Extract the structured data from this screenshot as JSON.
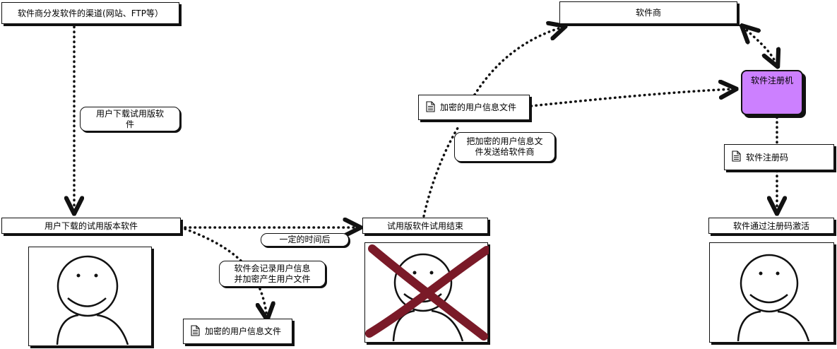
{
  "nodes": {
    "channel": "软件商分发软件的渠道(网站、FTP等）",
    "vendor": "软件商",
    "registrar": "软件注册机",
    "encrypted_file_top": "加密的用户信息文件",
    "reg_code_doc": "软件注册码",
    "trial_software": "用户下载的试用版本软件",
    "trial_ended": "试用版软件试用结束",
    "activated": "软件通过注册码激活",
    "encrypted_file_bottom": "加密的用户信息文件"
  },
  "labels": {
    "download_line1": "用户下载试用版软",
    "download_line2": "件",
    "after_time": "一定的时间后",
    "record_line1": "软件会记录用户信息",
    "record_line2": "并加密产生用户文件",
    "send_line1": "把加密的用户信息文",
    "send_line2": "件发送给软件商"
  },
  "icons": {
    "document": "document-icon",
    "user": "smiley-user-icon",
    "cross": "red-cross-icon"
  },
  "colors": {
    "registrar_fill": "#cc80ff",
    "cross": "#7a1a28",
    "ink": "#111111"
  }
}
